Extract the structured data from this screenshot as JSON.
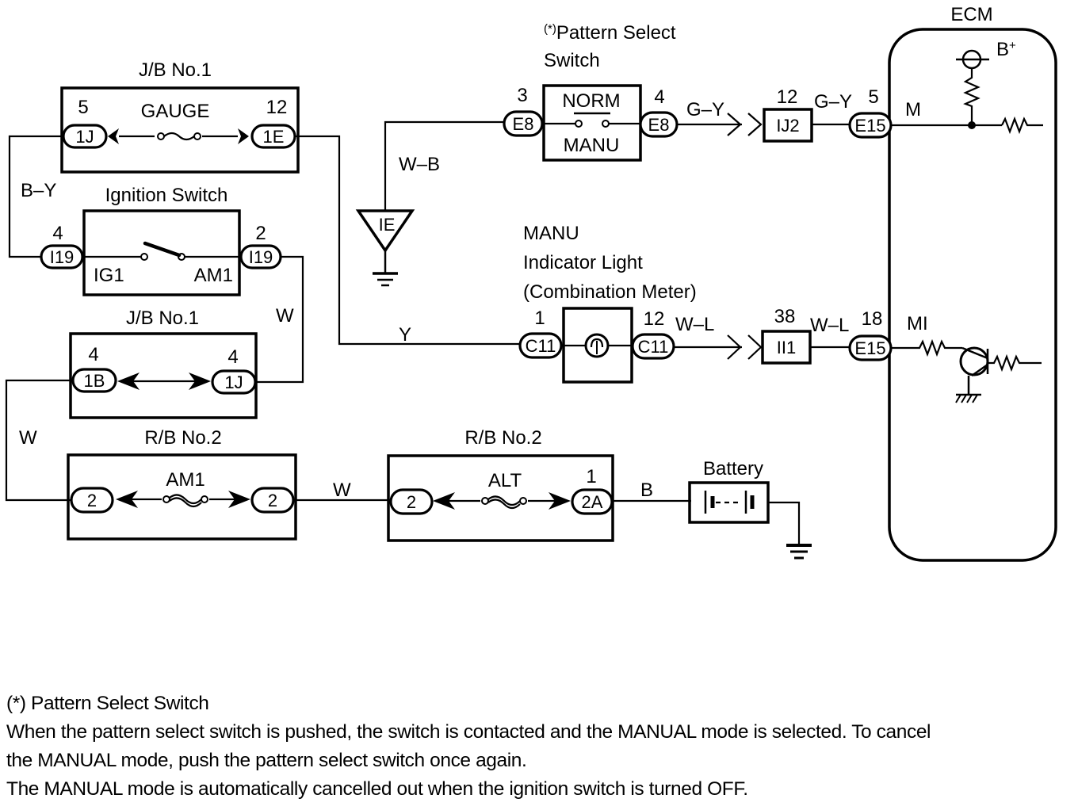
{
  "diagram": {
    "jb1_top": {
      "title": "J/B No.1",
      "fuse": "GAUGE",
      "left_pin": "5",
      "left_conn": "1J",
      "right_pin": "12",
      "right_conn": "1E"
    },
    "ignition_switch": {
      "title": "Ignition Switch",
      "left_pin": "4",
      "left_conn": "I19",
      "right_pin": "2",
      "right_conn": "I19",
      "left_terminal": "IG1",
      "right_terminal": "AM1"
    },
    "jb1_bottom": {
      "title": "J/B No.1",
      "left_pin": "4",
      "left_conn": "1B",
      "right_pin": "4",
      "right_conn": "1J"
    },
    "rb2_left": {
      "title": "R/B No.2",
      "fuse": "AM1",
      "left_conn": "2",
      "right_conn": "2"
    },
    "rb2_right": {
      "title": "R/B No.2",
      "fuse": "ALT",
      "left_conn": "2",
      "right_pin": "1",
      "right_conn": "2A"
    },
    "battery": {
      "title": "Battery"
    },
    "pattern_switch": {
      "title_line1": "(*)Pattern Select",
      "title_line2": "Switch",
      "top_label": "NORM",
      "bottom_label": "MANU",
      "left_pin": "3",
      "left_conn": "E8",
      "right_pin": "4",
      "right_conn": "E8"
    },
    "ground_point": {
      "label": "IE"
    },
    "indicator": {
      "title_line1": "MANU",
      "title_line2": "Indicator Light",
      "title_line3": "(Combination Meter)",
      "left_pin": "1",
      "left_conn": "C11",
      "right_pin": "12",
      "right_conn": "C11"
    },
    "junction_ij2": {
      "pin": "12",
      "label": "IJ2"
    },
    "junction_ii1": {
      "pin": "38",
      "label": "II1"
    },
    "ecm": {
      "title": "ECM",
      "bplus": "B+",
      "m_terminal": "M",
      "mi_terminal": "MI",
      "m_pin": "5",
      "m_conn": "E15",
      "mi_pin": "18",
      "mi_conn": "E15"
    },
    "wires": {
      "b_y": "B–Y",
      "w_ign": "W",
      "w_left": "W",
      "w_mid": "W",
      "b_batt": "B",
      "w_b": "W–B",
      "y": "Y",
      "g_y_1": "G–Y",
      "g_y_2": "G–Y",
      "w_l_1": "W–L",
      "w_l_2": "W–L"
    }
  },
  "notes": {
    "heading": "(*) Pattern Select Switch",
    "line1": "When the pattern select switch is pushed, the switch is contacted and the MANUAL mode is selected. To cancel",
    "line2": "the MANUAL mode, push the pattern select switch once again.",
    "line3": "The MANUAL mode is automatically cancelled out when the ignition switch is turned OFF."
  }
}
